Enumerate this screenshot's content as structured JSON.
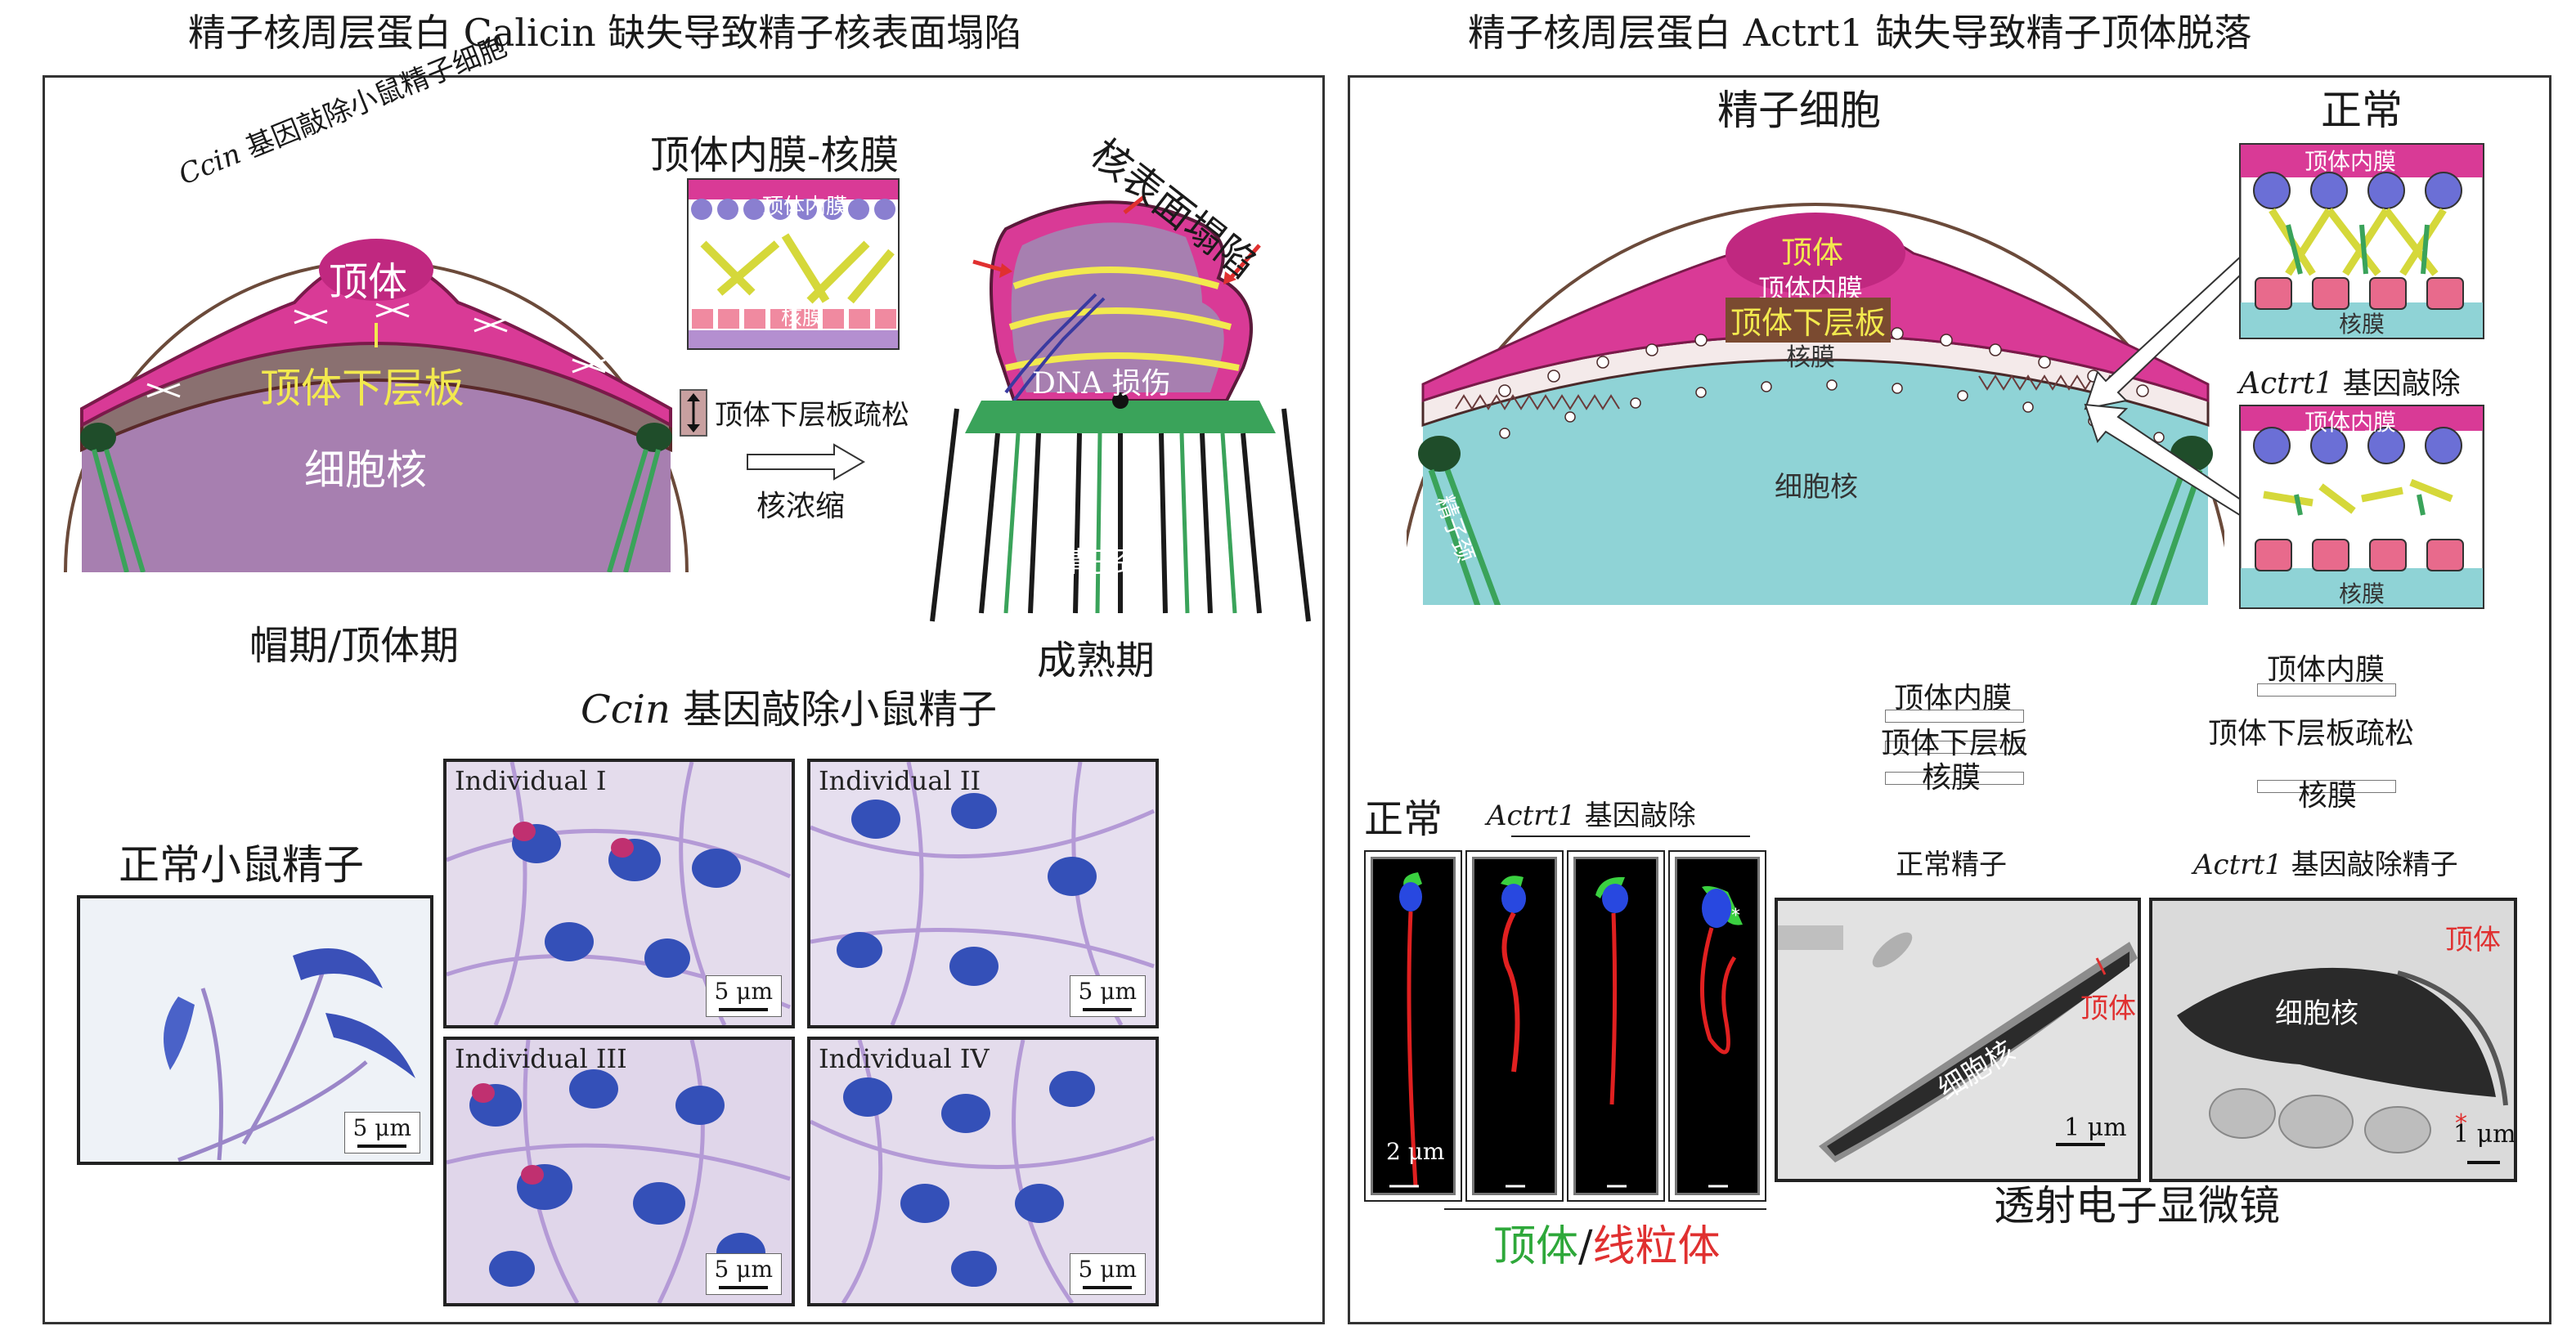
{
  "left": {
    "title": "精子核周层蛋白 Calicin 缺失导致精子核表面塌陷",
    "cap_stage": {
      "arc_label_italic": "Ccin",
      "arc_label_rest": " 基因敲除小鼠精子细胞",
      "acrosome": "顶体",
      "subacrosomal": "顶体下层板",
      "nucleus": "细胞核",
      "stage": "帽期/顶体期"
    },
    "membrane_inset": {
      "title": "顶体内膜-核膜",
      "inner_membrane": "顶体内膜",
      "nuclear_membrane": "核膜"
    },
    "loose_label": "顶体下层板疏松",
    "condense_label": "核浓缩",
    "mature": {
      "collapse": "核表面塌陷",
      "dna": "DNA 损伤",
      "neck": "精子颈",
      "stage": "成熟期"
    },
    "ko_sperm_title_italic": "Ccin",
    "ko_sperm_title_rest": " 基因敲除小鼠精子",
    "normal_sperm": "正常小鼠精子",
    "micrographs": [
      {
        "tag": "",
        "scale": "5 μm"
      },
      {
        "tag": "Individual I",
        "scale": "5 μm"
      },
      {
        "tag": "Individual II",
        "scale": "5 μm"
      },
      {
        "tag": "Individual III",
        "scale": "5 μm"
      },
      {
        "tag": "Individual IV",
        "scale": "5 μm"
      }
    ]
  },
  "right": {
    "title": "精子核周层蛋白 Actrt1 缺失导致精子顶体脱落",
    "spermatid": {
      "title": "精子细胞",
      "acrosome": "顶体",
      "inner_membrane": "顶体内膜",
      "subacrosomal": "顶体下层板",
      "nuclear_membrane": "核膜",
      "nucleus": "细胞核",
      "neck": "精子颈"
    },
    "normal_inset": {
      "title": "正常",
      "inner_membrane": "顶体内膜",
      "nuclear_membrane": "核膜"
    },
    "ko_inset": {
      "title_italic": "Actrt1",
      "title_rest": " 基因敲除",
      "inner_membrane": "顶体内膜",
      "nuclear_membrane": "核膜"
    },
    "legend_normal": {
      "inner": "顶体内膜",
      "sub": "顶体下层板",
      "nuclear": "核膜"
    },
    "legend_ko": {
      "inner": "顶体内膜",
      "sub": "顶体下层板疏松",
      "nuclear": "核膜"
    },
    "fluo": {
      "normal": "正常",
      "ko_italic": "Actrt1",
      "ko_rest": " 基因敲除",
      "scale": "2 μm",
      "caption_green": "顶体",
      "caption_slash": "/",
      "caption_red": "线粒体"
    },
    "tem": {
      "normal_title": "正常精子",
      "ko_title_italic": "Actrt1",
      "ko_title_rest": " 基因敲除精子",
      "nucleus": "细胞核",
      "acrosome": "顶体",
      "scale": "1 μm",
      "caption": "透射电子显微镜"
    }
  },
  "colors": {
    "acrosome": "#d93a96",
    "nucleus": "#a77fb0",
    "nucleus_right": "#8fd3d6",
    "sublayer": "#8a7070",
    "yellow": "#f2e94e",
    "green": "#3aa35a",
    "red": "#e03030"
  }
}
